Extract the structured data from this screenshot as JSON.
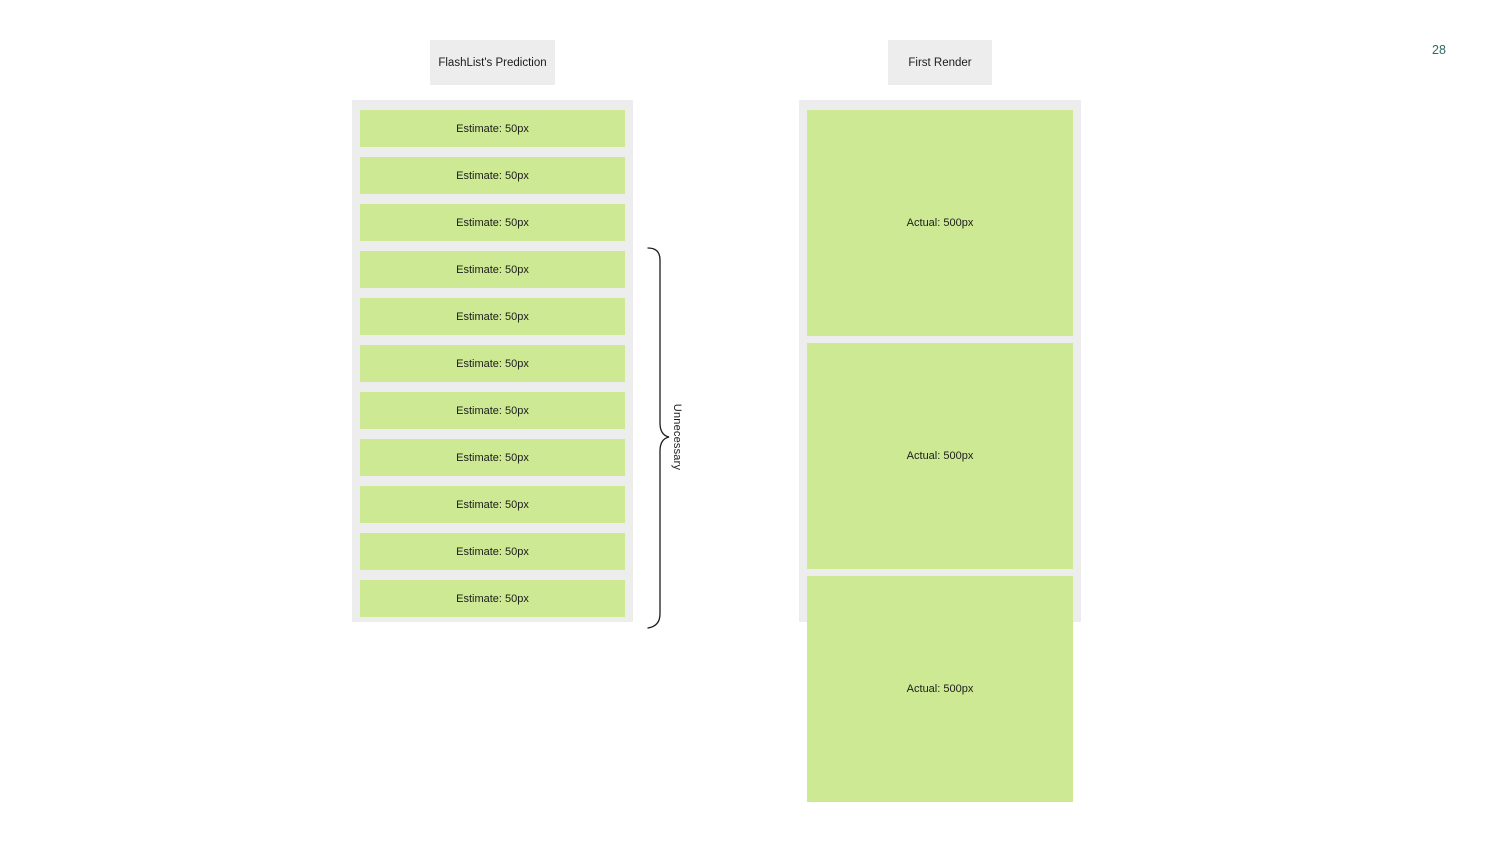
{
  "slide": {
    "page_number": "28",
    "page_number_color": "#2e6b66",
    "background": "#ffffff"
  },
  "colors": {
    "container_background": "#ededed",
    "item_fill": "#cde994",
    "text": "#1c1c1c"
  },
  "prediction_column": {
    "title": "FlashList's Prediction",
    "items": [
      "Estimate: 50px",
      "Estimate: 50px",
      "Estimate: 50px",
      "Estimate: 50px",
      "Estimate: 50px",
      "Estimate: 50px",
      "Estimate: 50px",
      "Estimate: 50px",
      "Estimate: 50px",
      "Estimate: 50px",
      "Estimate: 50px"
    ]
  },
  "bracket": {
    "label": "Unnecessary"
  },
  "render_column": {
    "title": "First Render",
    "items": [
      "Actual: 500px",
      "Actual: 500px",
      "Actual: 500px"
    ]
  }
}
